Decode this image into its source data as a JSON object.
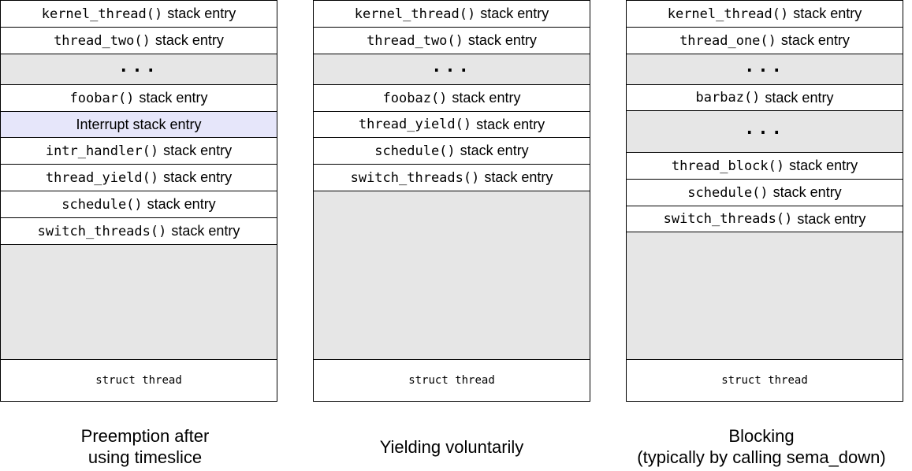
{
  "stacks": [
    {
      "caption_lines": [
        "Preemption after",
        "using timeslice"
      ],
      "rows": [
        {
          "fn": "kernel_thread()",
          "suffix": "stack entry"
        },
        {
          "fn": "thread_two()",
          "suffix": "stack entry"
        },
        {
          "ellipsis": "..."
        },
        {
          "fn": "foobar()",
          "suffix": "stack entry"
        },
        {
          "text": "Interrupt stack entry"
        },
        {
          "fn": "intr_handler()",
          "suffix": "stack entry"
        },
        {
          "fn": "thread_yield()",
          "suffix": "stack entry"
        },
        {
          "fn": "schedule()",
          "suffix": "stack entry"
        },
        {
          "fn": "switch_threads()",
          "suffix": "stack entry"
        }
      ],
      "bottom": "struct thread"
    },
    {
      "caption_lines": [
        "Yielding voluntarily"
      ],
      "rows": [
        {
          "fn": "kernel_thread()",
          "suffix": "stack entry"
        },
        {
          "fn": "thread_two()",
          "suffix": "stack entry"
        },
        {
          "ellipsis": "..."
        },
        {
          "fn": "foobaz()",
          "suffix": "stack entry"
        },
        {
          "fn": "thread_yield()",
          "suffix": "stack entry"
        },
        {
          "fn": "schedule()",
          "suffix": "stack entry"
        },
        {
          "fn": "switch_threads()",
          "suffix": "stack entry"
        }
      ],
      "bottom": "struct thread"
    },
    {
      "caption_lines": [
        "Blocking",
        "(typically by calling sema_down)"
      ],
      "rows": [
        {
          "fn": "kernel_thread()",
          "suffix": "stack entry"
        },
        {
          "fn": "thread_one()",
          "suffix": "stack entry"
        },
        {
          "ellipsis": "..."
        },
        {
          "fn": "barbaz()",
          "suffix": "stack entry"
        },
        {
          "ellipsis": "..."
        },
        {
          "fn": "thread_block()",
          "suffix": "stack entry"
        },
        {
          "fn": "schedule()",
          "suffix": "stack entry"
        },
        {
          "fn": "switch_threads()",
          "suffix": "stack entry"
        }
      ],
      "bottom": "struct thread"
    }
  ]
}
